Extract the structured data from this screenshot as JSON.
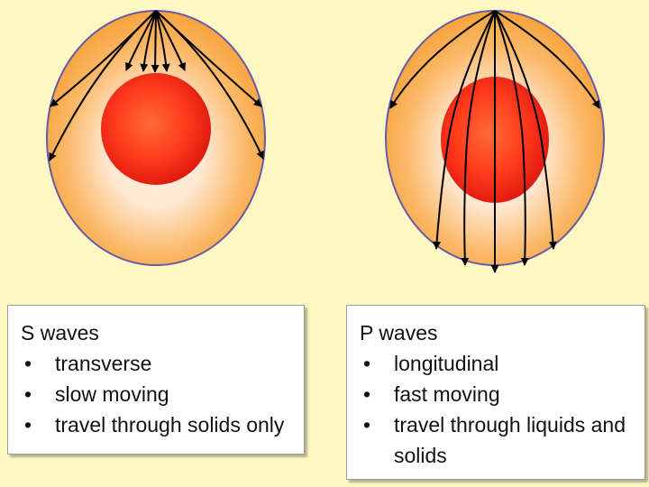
{
  "colors": {
    "background": "#fdf7c3",
    "mantle_outer": "#f7a33b",
    "mantle_inner": "#fff1e4",
    "core_center": "#ff4a22",
    "core_edge": "#e81e10",
    "outline": "#6a5aa6",
    "ray": "#000000"
  },
  "s_waves": {
    "title": "S waves",
    "items": [
      "transverse",
      "slow moving",
      "travel through solids only"
    ]
  },
  "p_waves": {
    "title": "P waves",
    "items": [
      "longitudinal",
      "fast moving",
      "travel through liquids and solids"
    ]
  }
}
